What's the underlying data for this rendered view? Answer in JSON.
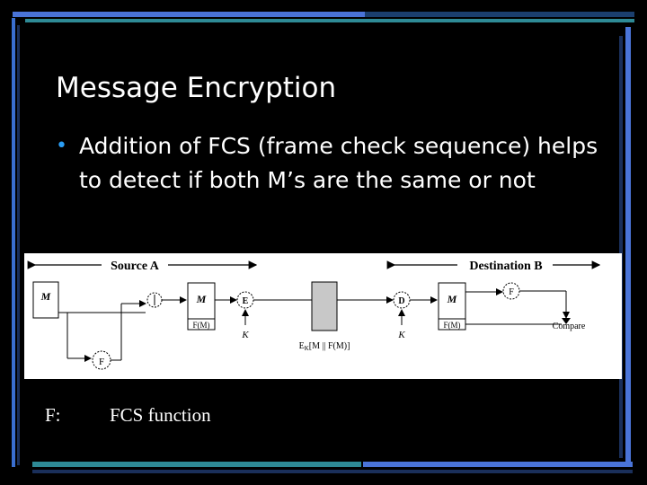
{
  "slide": {
    "title": "Message Encryption",
    "bullet": "Addition of FCS (frame check sequence) helps to detect if both M’s are the same or not"
  },
  "diagram": {
    "source_label": "Source A",
    "destination_label": "Destination B",
    "message_label": "M",
    "fcs_label": "F",
    "encrypt_label": "E",
    "decrypt_label": "D",
    "key_label": "K",
    "fcs_of_message": "F(M)",
    "ciphertext_label": "E",
    "ciphertext_sub": "K",
    "ciphertext_args": "[M || F(M)]",
    "compare_label": "Compare"
  },
  "legend": {
    "key": "F:",
    "description": "FCS function"
  },
  "colors": {
    "background": "#000000",
    "accent_blue": "#2a9df4",
    "bar_blue": "#3a6fd0",
    "bar_teal": "#2e8a96",
    "cipher_box": "#c8c8c8"
  }
}
